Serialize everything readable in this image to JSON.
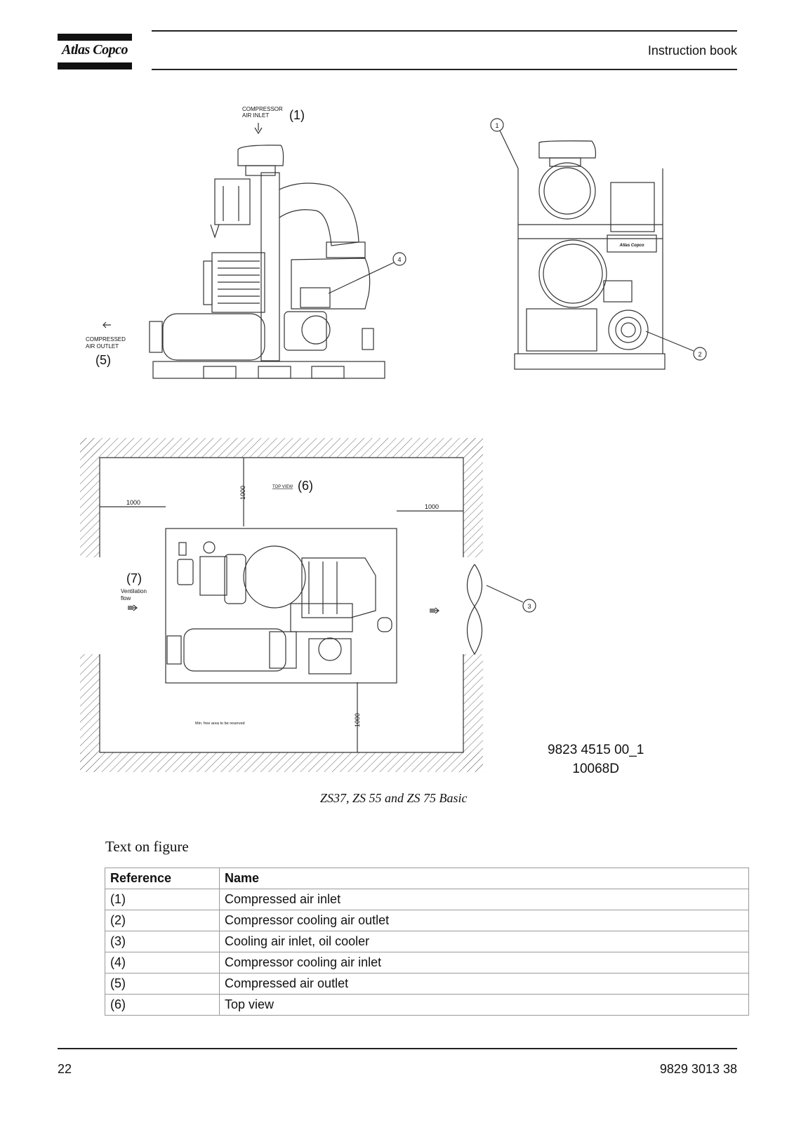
{
  "header": {
    "brand": "Atlas Copco",
    "title": "Instruction book"
  },
  "figure": {
    "side_view": {
      "inlet_label_line1": "COMPRESSOR",
      "inlet_label_line2": "AIR INLET",
      "inlet_ref": "(1)",
      "outlet_label_line1": "COMPRESSED",
      "outlet_label_line2": "AIR OUTLET",
      "outlet_ref": "(5)",
      "callout_4": "4"
    },
    "front_view": {
      "callout_1": "1",
      "callout_2": "2",
      "badge": "Atlas Copco"
    },
    "top_view": {
      "label": "TOP VIEW",
      "ref": "(6)",
      "dim_top": "1000",
      "dim_left": "1000",
      "dim_right": "1000",
      "dim_bottom": "1000",
      "ventilation_ref": "(7)",
      "ventilation_line1": "Ventilation",
      "ventilation_line2": "flow",
      "free_area_note": "Min. free area to be reserved",
      "callout_3": "3"
    },
    "drawing_number_line1": "9823 4515 00_1",
    "drawing_number_line2": "10068D",
    "caption": "ZS37, ZS 55 and ZS 75 Basic"
  },
  "section_title": "Text on figure",
  "table": {
    "headers": [
      "Reference",
      "Name"
    ],
    "rows": [
      {
        "ref": "(1)",
        "name": "Compressed air inlet"
      },
      {
        "ref": "(2)",
        "name": "Compressor cooling air outlet"
      },
      {
        "ref": "(3)",
        "name": "Cooling air inlet, oil cooler"
      },
      {
        "ref": "(4)",
        "name": "Compressor cooling air inlet"
      },
      {
        "ref": "(5)",
        "name": "Compressed air outlet"
      },
      {
        "ref": "(6)",
        "name": "Top view"
      }
    ]
  },
  "footer": {
    "page_number": "22",
    "document_number": "9829 3013 38"
  }
}
